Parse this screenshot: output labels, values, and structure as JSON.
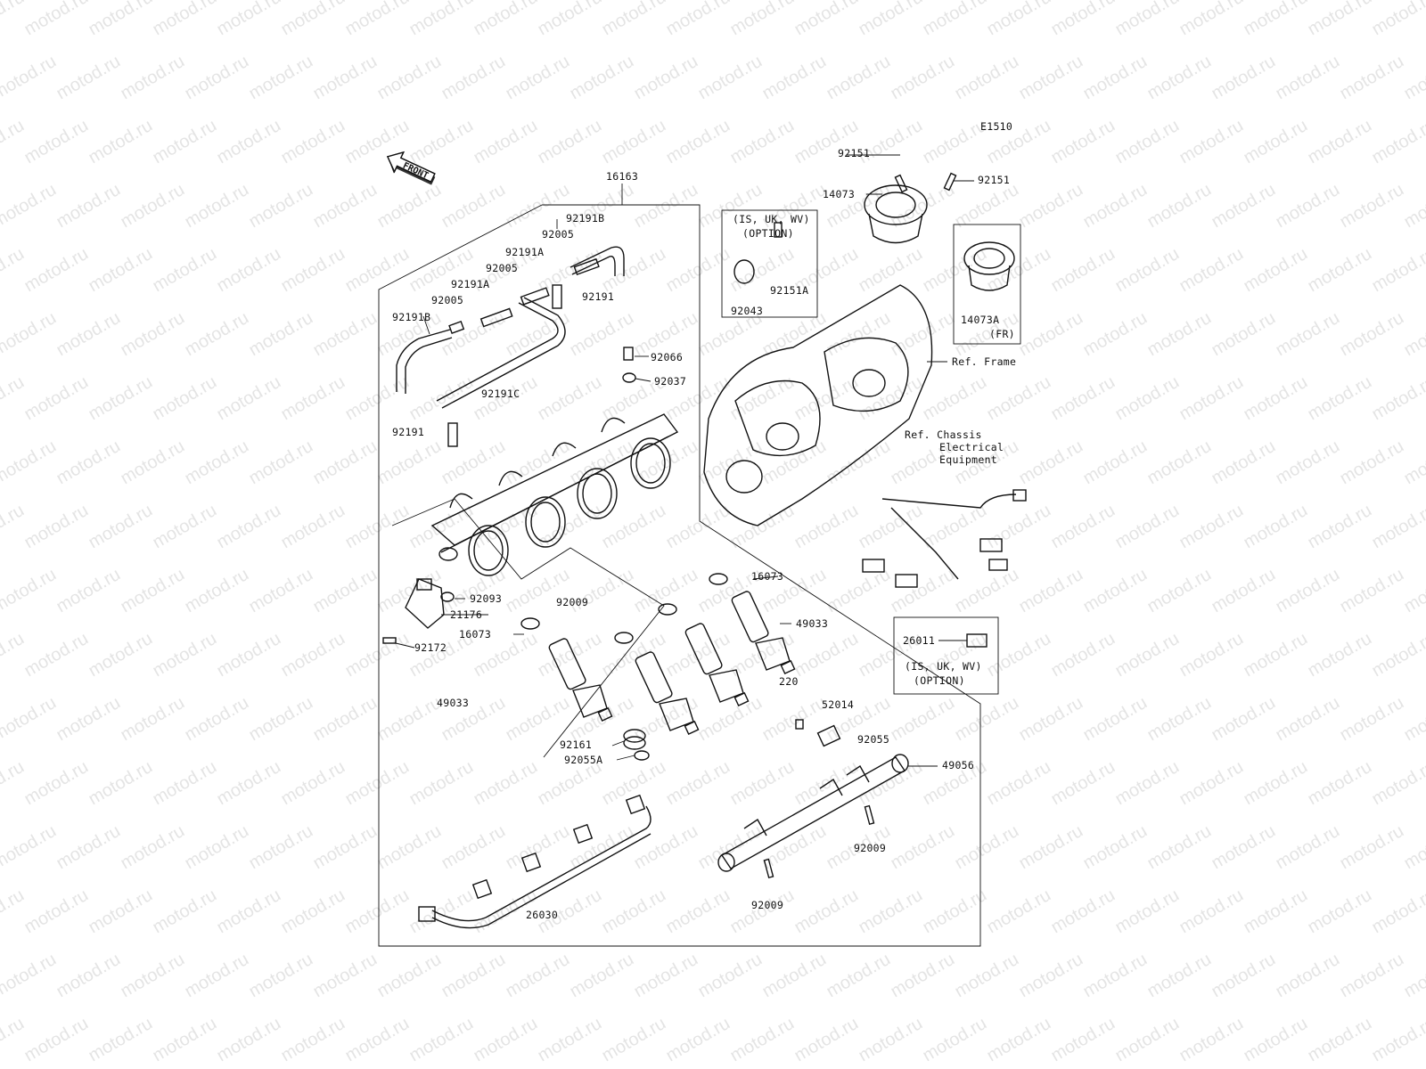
{
  "watermark": "motod.ru",
  "diagram_code": "E1510",
  "front_label": "FRONT",
  "labels": {
    "p16163": "16163",
    "p92191B_top": "92191B",
    "p92005_a": "92005",
    "p92191A_a": "92191A",
    "p92005_b": "92005",
    "p92191A_b": "92191A",
    "p92005_c": "92005",
    "p92191B_left": "92191B",
    "p92191_right": "92191",
    "p92066": "92066",
    "p92037": "92037",
    "p92191C": "92191C",
    "p92191_left": "92191",
    "p92151_top": "92151",
    "p92151_right": "92151",
    "p14073": "14073",
    "p14073A": "14073A",
    "p14073A_note": "(FR)",
    "opt_box_line1": "(IS, UK, WV)",
    "opt_box_line2": "(OPTION)",
    "p92151A": "92151A",
    "p92043": "92043",
    "ref_frame": "Ref. Frame",
    "ref_chassis_1": "Ref. Chassis",
    "ref_chassis_2": "Electrical",
    "ref_chassis_3": "Equipment",
    "p16073_right": "16073",
    "p92093": "92093",
    "p21176": "21176",
    "p92009_mid": "92009",
    "p16073_left": "16073",
    "p92172": "92172",
    "p49033_right": "49033",
    "p220": "220",
    "p52014": "52014",
    "p26011": "26011",
    "opt2_line1": "(IS, UK, WV)",
    "opt2_line2": "(OPTION)",
    "p49033_left": "49033",
    "p92161": "92161",
    "p92055A": "92055A",
    "p92055": "92055",
    "p49056": "49056",
    "p92009_right": "92009",
    "p92009_bottom": "92009",
    "p26030": "26030"
  }
}
